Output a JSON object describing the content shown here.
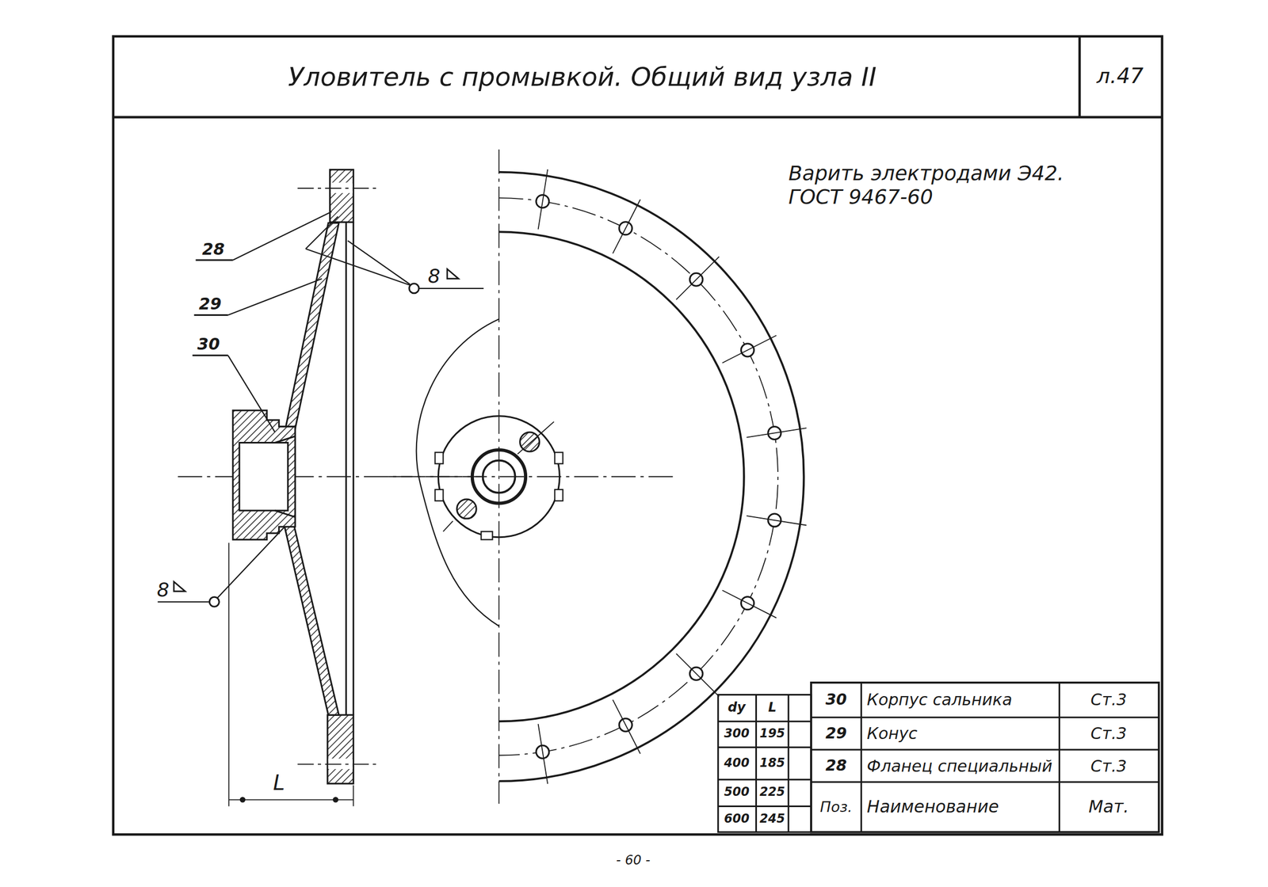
{
  "diagram": {
    "title": "Уловитель с промывкой. Общий вид узла II",
    "labels": [
      "л.47",
      "Варить электродами Э42. ГОСТ 9467-60",
      "28",
      "29",
      "30",
      "8",
      "8",
      "L",
      "dу",
      "L",
      "300",
      "195",
      "400",
      "185",
      "500",
      "225",
      "600",
      "245",
      "30",
      "Корпус сальника",
      "Ст.3",
      "29",
      "Конус",
      "Ст.3",
      "28",
      "Фланец специальный",
      "Ст.3",
      "Поз.",
      "Наименование",
      "Мат.",
      "- 60 -"
    ]
  }
}
